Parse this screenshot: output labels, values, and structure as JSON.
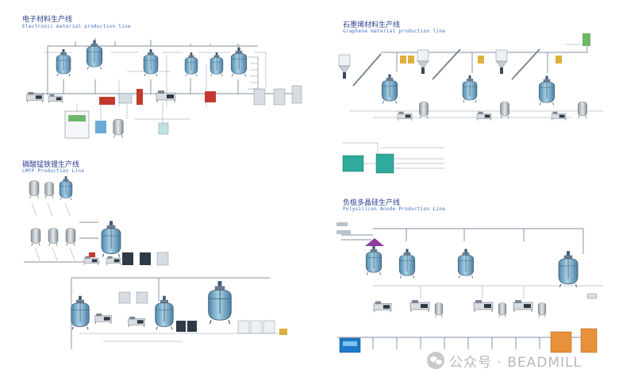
{
  "panels": {
    "electronic": {
      "title_zh": "电子材料生产线",
      "title_en": "Electronic material production line"
    },
    "graphene": {
      "title_zh": "石墨烯材料生产线",
      "title_en": "Graphene material production line"
    },
    "lmfp": {
      "title_zh": "磷酸锰铁锂生产线",
      "title_en": "LMFP Production Line"
    },
    "anode": {
      "title_zh": "负极多晶硅生产线",
      "title_en": "Polysilicon Anode Production Line"
    }
  },
  "watermark": {
    "text": "公众号 · BEADMILL"
  },
  "colors": {
    "vessel_fill": "#7fb2cf",
    "vessel_stroke": "#3f5a75",
    "pipe": "#5a6b80",
    "red_equipment": "#c23a2e",
    "yellow_equipment": "#e0b13a",
    "teal_equipment": "#2faa9c",
    "blue_cabinet": "#1e78c8",
    "orange_tank": "#e8913a",
    "title_zh": "#2a3f8f",
    "title_en": "#3b6fc4"
  }
}
